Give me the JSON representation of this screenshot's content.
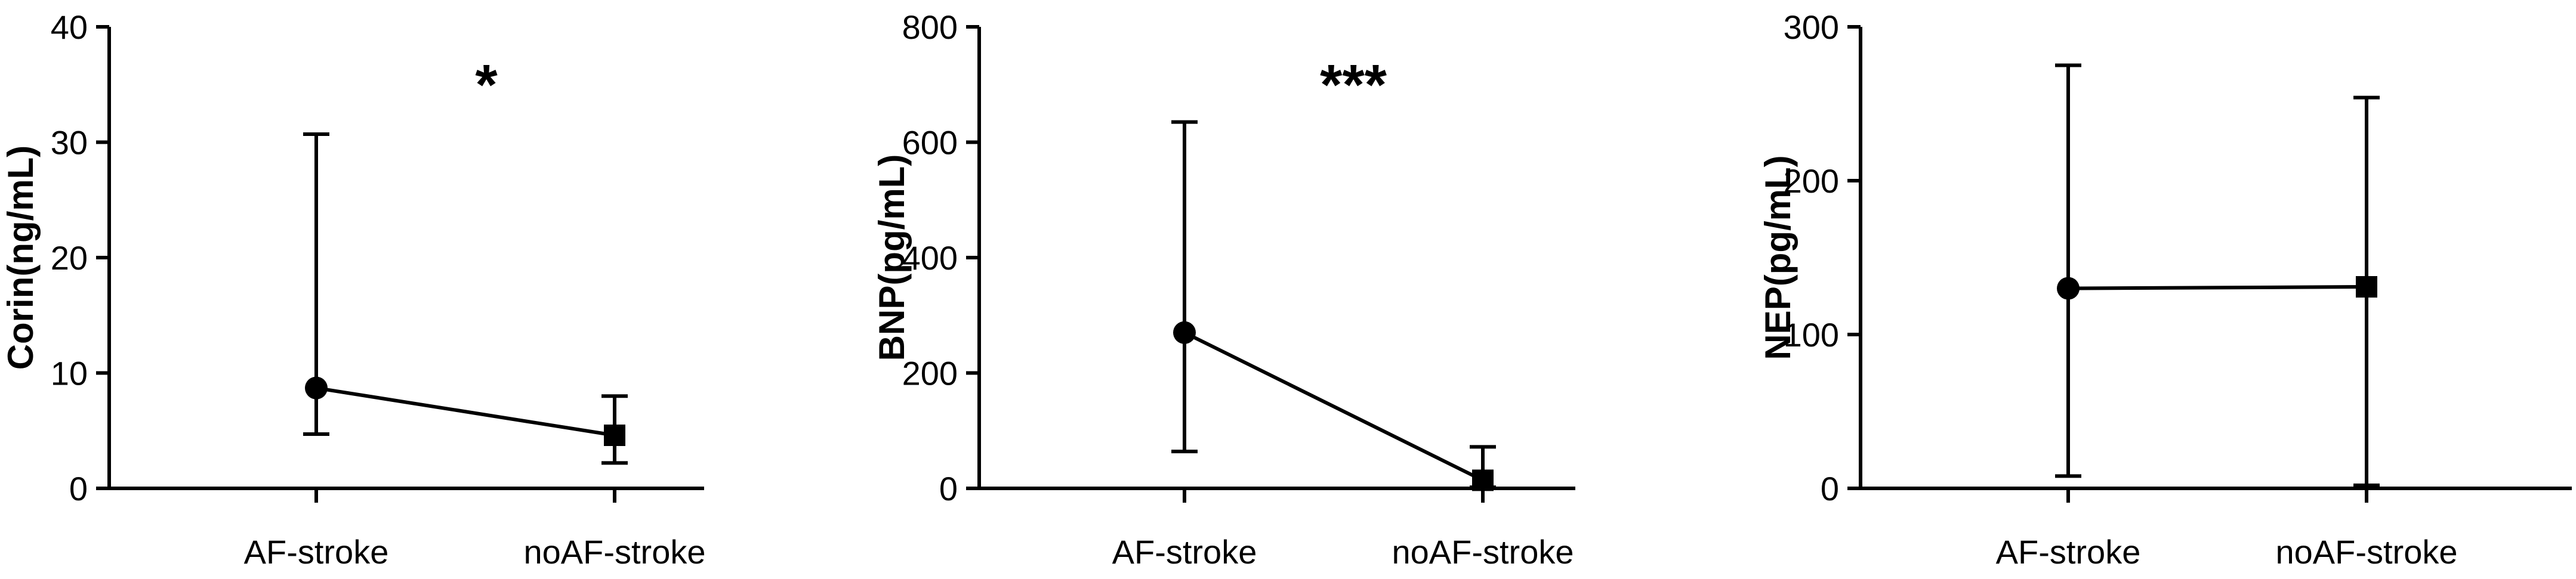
{
  "chart_data": [
    {
      "type": "line",
      "categories": [
        "AF-stroke",
        "noAF-stroke"
      ],
      "ylabel": "Corin(ng/mL)",
      "ylim": [
        0,
        40
      ],
      "yticks": [
        0,
        10,
        20,
        30,
        40
      ],
      "significance": "*",
      "series": [
        {
          "values": [
            8.7,
            4.6
          ],
          "error_low": [
            4.7,
            2.2
          ],
          "error_high": [
            30.7,
            8.0
          ],
          "markers": [
            "circle",
            "square"
          ]
        }
      ]
    },
    {
      "type": "line",
      "categories": [
        "AF-stroke",
        "noAF-stroke"
      ],
      "ylabel": "BNP(pg/mL)",
      "ylim": [
        0,
        800
      ],
      "yticks": [
        0,
        200,
        400,
        600,
        800
      ],
      "significance": "***",
      "series": [
        {
          "values": [
            270,
            14
          ],
          "error_low": [
            64,
            2
          ],
          "error_high": [
            635,
            72
          ],
          "markers": [
            "circle",
            "square"
          ]
        }
      ]
    },
    {
      "type": "line",
      "categories": [
        "AF-stroke",
        "noAF-stroke"
      ],
      "ylabel": "NEP(pg/mL)",
      "ylim": [
        0,
        300
      ],
      "yticks": [
        0,
        100,
        200,
        300
      ],
      "significance": "",
      "series": [
        {
          "values": [
            130,
            131
          ],
          "error_low": [
            8,
            2
          ],
          "error_high": [
            275,
            254
          ],
          "markers": [
            "circle",
            "square"
          ]
        }
      ]
    }
  ]
}
